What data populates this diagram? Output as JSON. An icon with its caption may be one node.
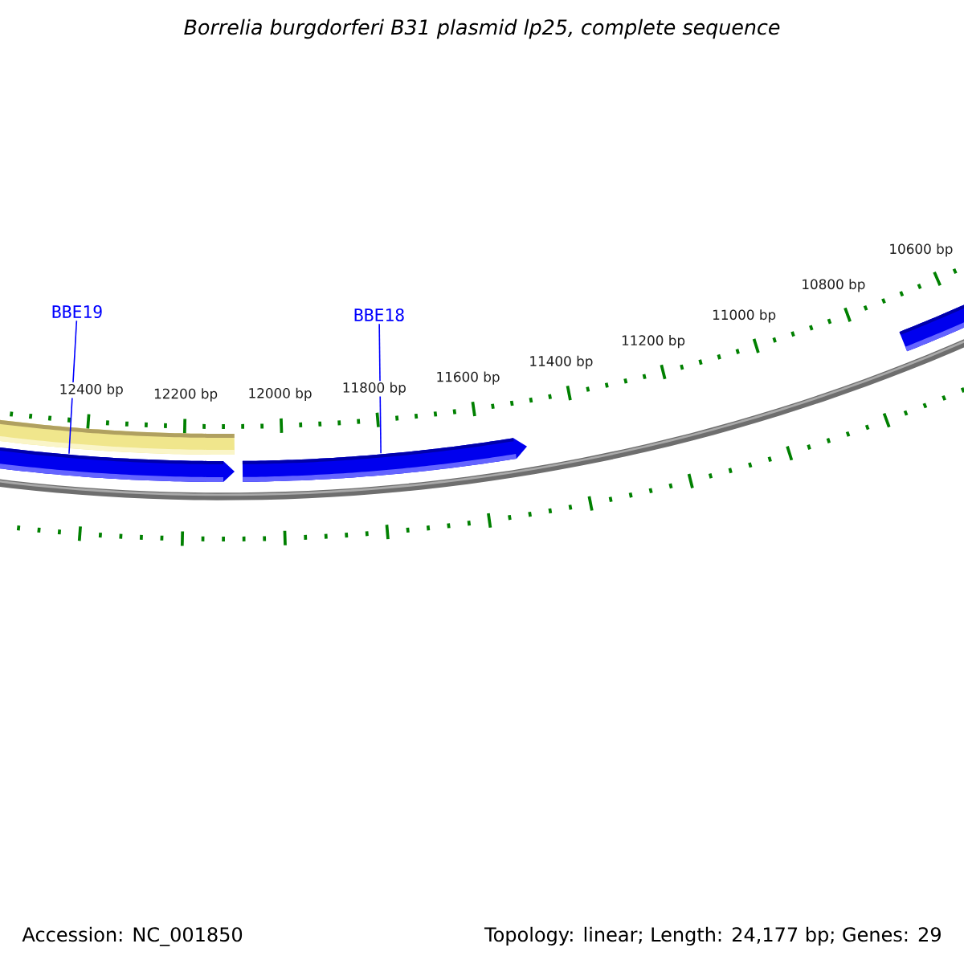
{
  "diagram": {
    "title": "Borrelia burgdorferi B31 plasmid lp25, complete sequence",
    "nodes": [
      {
        "text": [
          "BBE19"
        ]
      },
      {
        "text": [
          "BBE18"
        ]
      },
      {
        "text": [],
        "shape": "arrow"
      },
      {
        "text": [],
        "shape": "arrow"
      },
      {
        "text": [],
        "shape": "arrow"
      }
    ],
    "edges": [
      {
        "from": 0,
        "to": 2,
        "arrow": "none"
      },
      {
        "from": 1,
        "to": 3,
        "arrow": "none"
      }
    ],
    "labels": [
      "12400 bp",
      "12200 bp",
      "12000 bp",
      "11800 bp",
      "11600 bp",
      "11400 bp",
      "11200 bp",
      "11000 bp",
      "10800 bp",
      "10600 bp",
      "Accession: NC_001850",
      "Topology: linear; Length: 24,177 bp; Genes: 29"
    ]
  }
}
